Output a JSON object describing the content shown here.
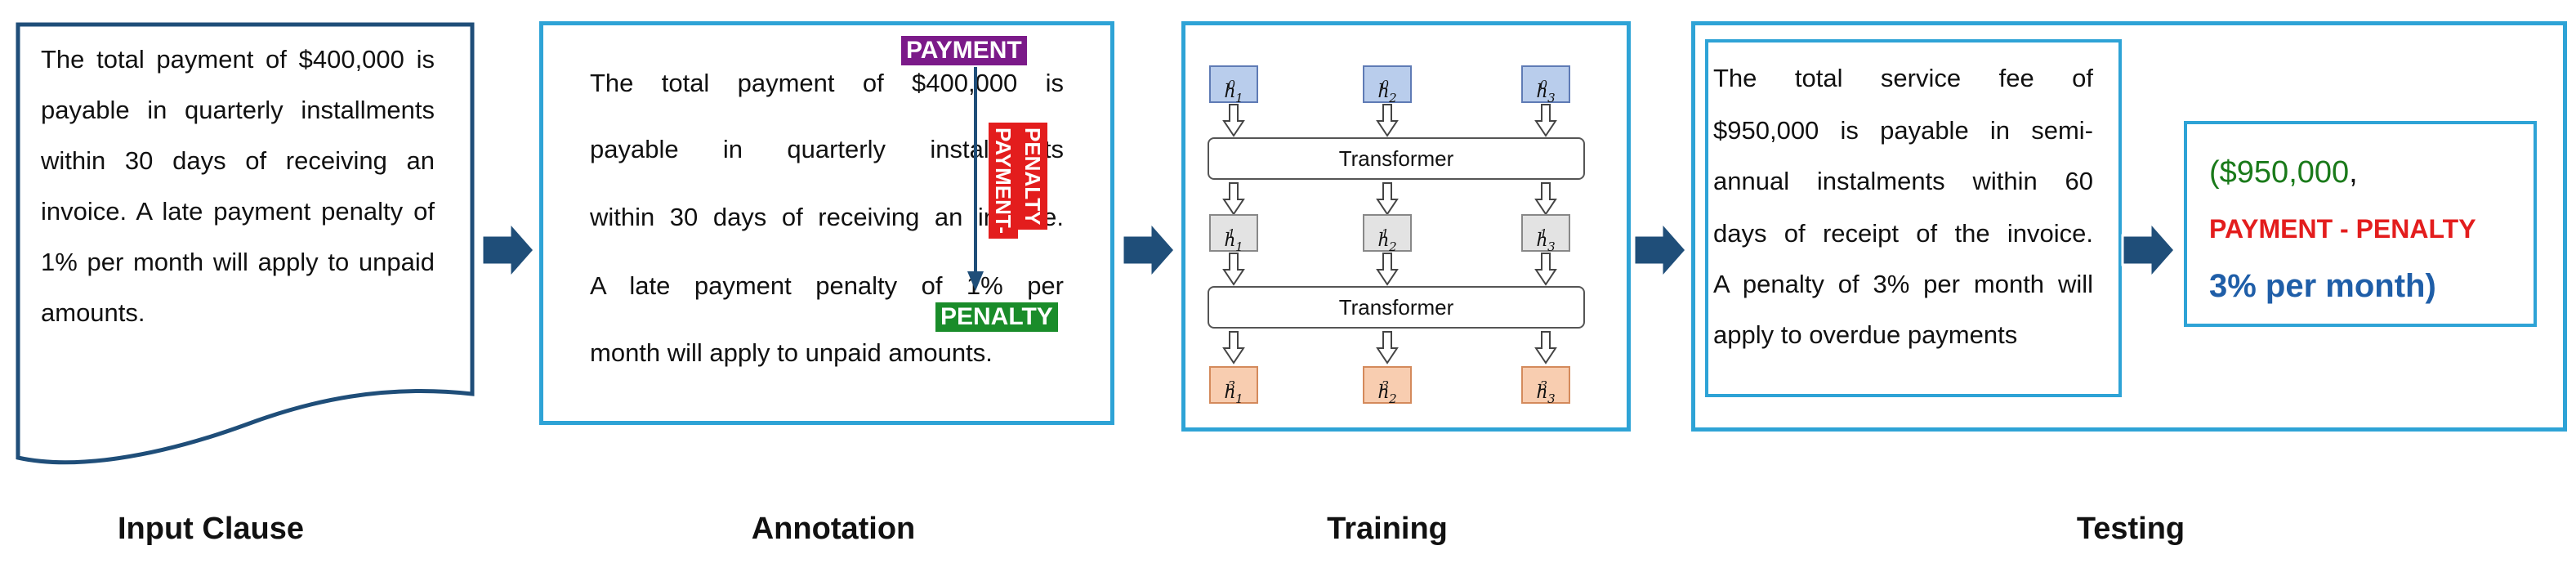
{
  "colors": {
    "frame": "#2ea3d6",
    "doc_outline": "#1f4e79",
    "arrow": "#1f4e79",
    "payment_tag": "#7b1a89",
    "penalty_tag": "#1a8c2a",
    "payment_penalty_tag": "#e31d1d",
    "result_amount": "#1a7a1a",
    "result_label": "#e31d1d",
    "result_rate": "#1f5ea8"
  },
  "input_clause": {
    "text": "The total payment of $400,000 is payable in quarterly installments within 30 days of receiving an invoice. A late payment penalty of 1% per month will apply to unpaid amounts."
  },
  "annotation": {
    "lines": [
      "The total payment of $400,000 is",
      "payable in quarterly installments",
      "within 30 days of receiving an invoice.",
      "A late payment penalty of 1% per",
      "month will apply to unpaid amounts."
    ],
    "tag_payment": "PAYMENT",
    "tag_penalty": "PENALTY",
    "tag_payment_penalty_1": "PAYMENT-",
    "tag_payment_penalty_2": "PENALTY"
  },
  "training": {
    "block_label": "Transformer",
    "layers": [
      {
        "color": "blue",
        "sup": "0",
        "subs": [
          "1",
          "2",
          "3"
        ]
      },
      {
        "color": "gray",
        "sup": "1",
        "subs": [
          "1",
          "2",
          "3"
        ]
      },
      {
        "color": "orange",
        "sup": "3",
        "subs": [
          "1",
          "2",
          "3"
        ]
      }
    ],
    "node_symbol": "h"
  },
  "testing": {
    "lines": [
      "The total service fee of",
      "$950,000 is payable in semi-",
      "annual instalments within 60",
      "days of receipt of the invoice.",
      "A penalty of 3% per month will",
      "apply to overdue payments"
    ],
    "result_amount": "($950,000",
    "result_comma": ",",
    "result_label": "PAYMENT - PENALTY",
    "result_rate": "3% per month)"
  },
  "stage_labels": {
    "input": "Input Clause",
    "annotation": "Annotation",
    "training": "Training",
    "testing": "Testing"
  }
}
